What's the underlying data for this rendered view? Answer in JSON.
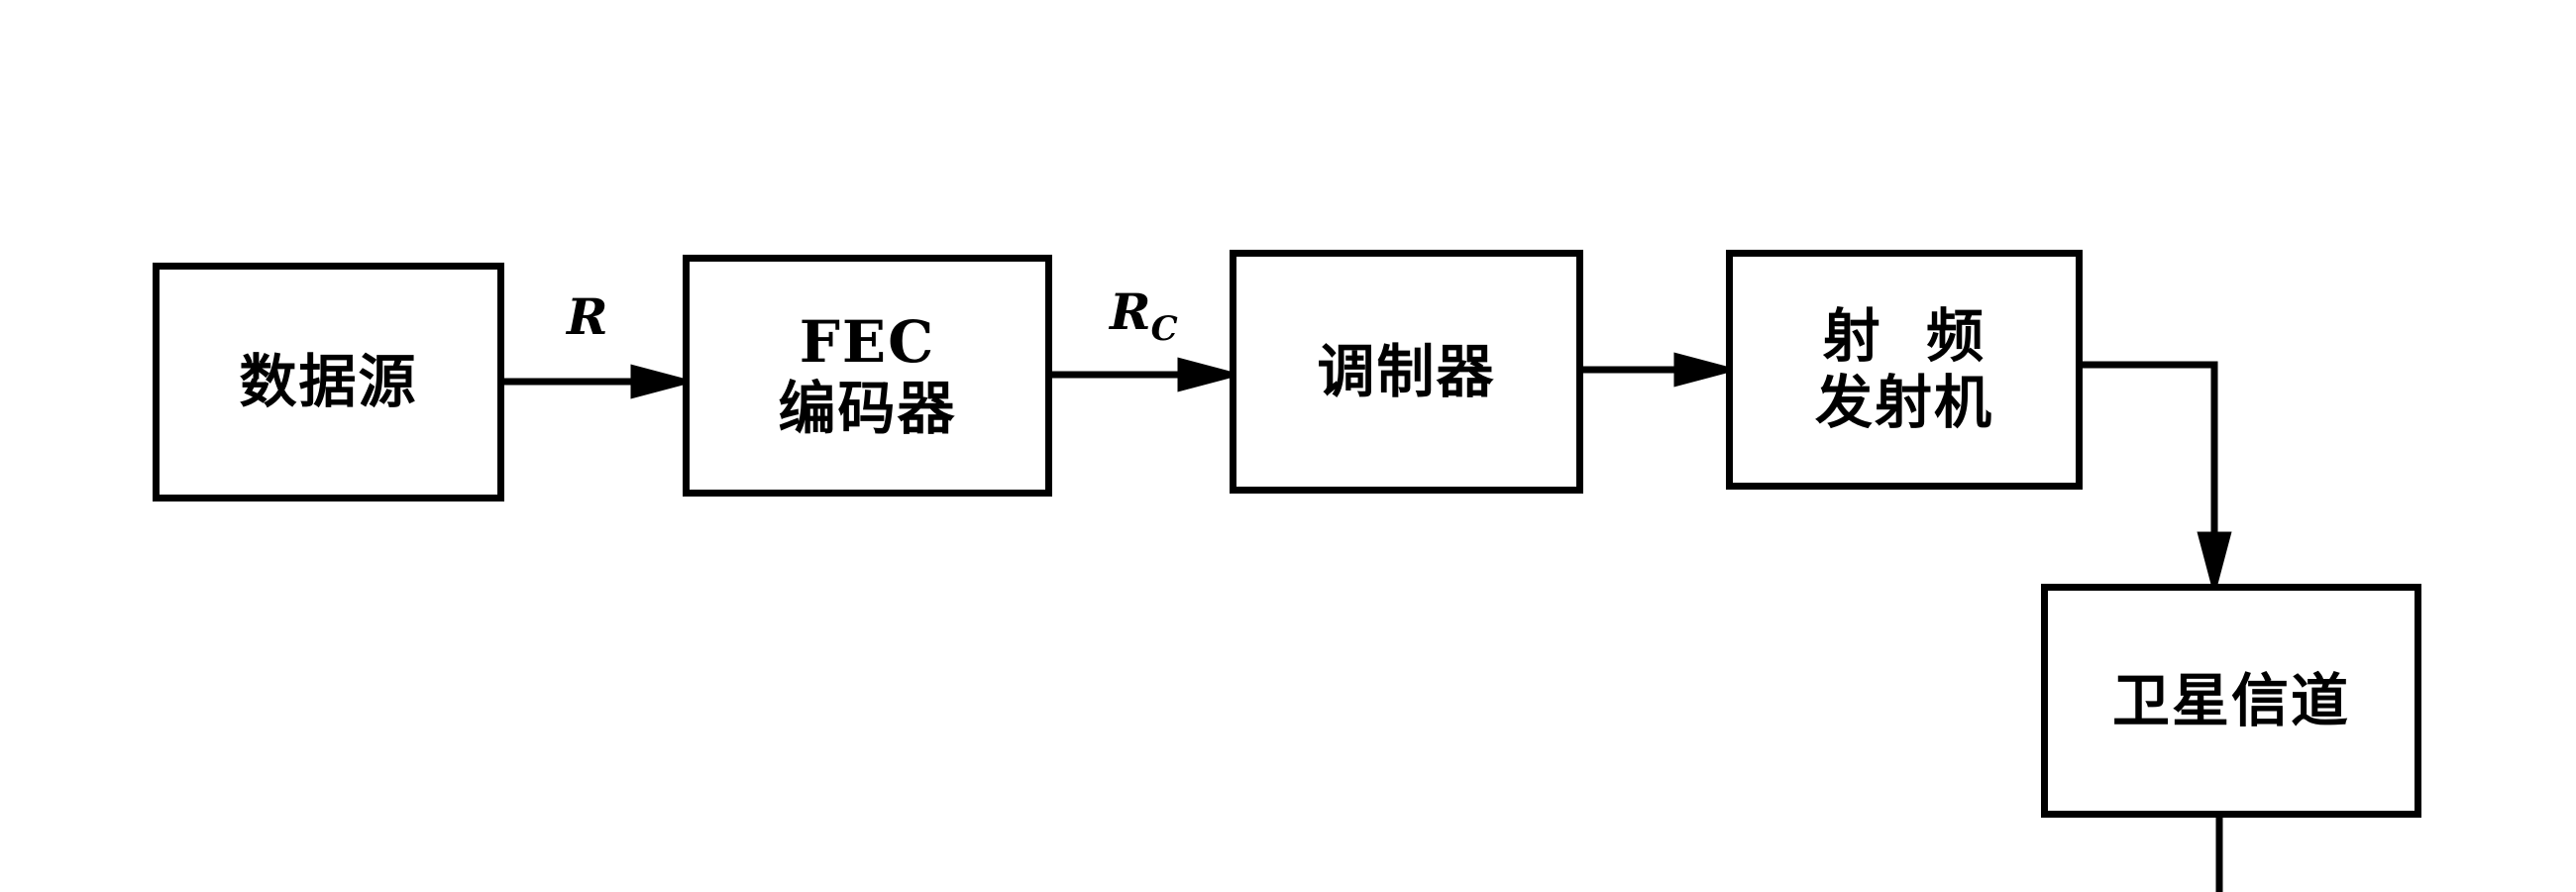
{
  "blocks": {
    "data_source": "数据源",
    "fec_line1": "FEC",
    "fec_line2": "编码器",
    "modulator": "调制器",
    "rf_line1": "射  频",
    "rf_line2": "发射机",
    "satellite_channel": "卫星信道"
  },
  "signals": {
    "r": "R",
    "rc_main": "R",
    "rc_sub": "C"
  }
}
